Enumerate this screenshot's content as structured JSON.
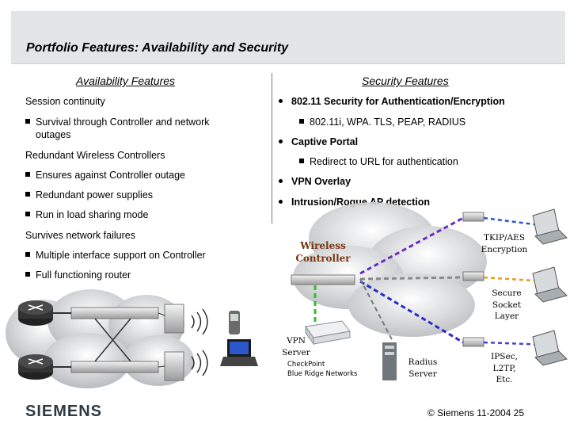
{
  "title": "Portfolio Features:  Availability and Security",
  "availability": {
    "heading": "Availability Features",
    "items": [
      {
        "type": "heading",
        "text": "Session continuity"
      },
      {
        "type": "bullet",
        "text": "Survival through Controller and network"
      },
      {
        "type": "cont",
        "text": "outages"
      },
      {
        "type": "heading",
        "text": "Redundant Wireless Controllers"
      },
      {
        "type": "bullet",
        "text": "Ensures against Controller outage"
      },
      {
        "type": "bullet",
        "text": "Redundant power supplies"
      },
      {
        "type": "bullet",
        "text": "Run in load sharing mode"
      },
      {
        "type": "heading",
        "text": "Survives network failures"
      },
      {
        "type": "bullet",
        "text": "Multiple interface support on Controller"
      },
      {
        "type": "bullet",
        "text": "Full functioning router"
      }
    ]
  },
  "security": {
    "heading": "Security Features",
    "items": [
      {
        "type": "main",
        "text": "802.11 Security for Authentication/Encryption"
      },
      {
        "type": "sub",
        "text": "802.11i, WPA. TLS, PEAP, RADIUS"
      },
      {
        "type": "main",
        "text": "Captive Portal"
      },
      {
        "type": "sub",
        "text": "Redirect to URL for authentication"
      },
      {
        "type": "main",
        "text": "VPN Overlay"
      },
      {
        "type": "main",
        "text": "Intrusion/Rogue AP detection"
      }
    ]
  },
  "diagram": {
    "wireless_controller": [
      "Wireless",
      "Controller"
    ],
    "tkip": [
      "TKIP/AES",
      "Encryption"
    ],
    "ssl": [
      "Secure",
      "Socket",
      "Layer"
    ],
    "ipsec": [
      "IPSec,",
      "L2TP,",
      "Etc."
    ],
    "vpn_server": [
      "VPN",
      "Server"
    ],
    "vpn_vendors": [
      "CheckPoint",
      "Blue Ridge Networks"
    ],
    "radius": [
      "Radius",
      "Server"
    ]
  },
  "footer": {
    "logo": "SIEMENS",
    "copyright": "© Siemens  11-2004  25"
  }
}
